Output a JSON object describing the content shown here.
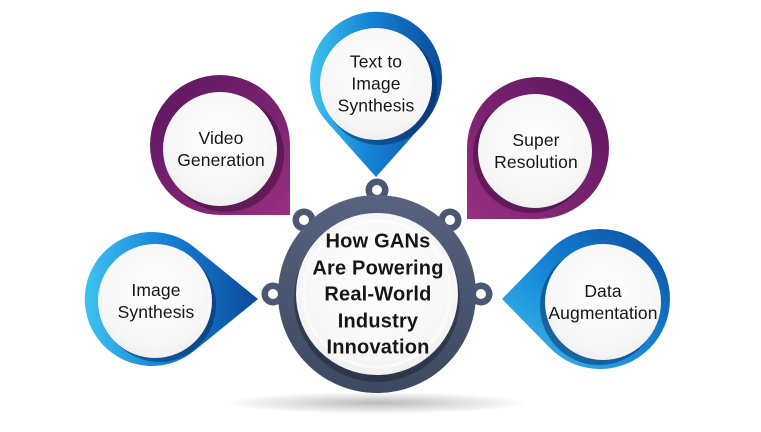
{
  "infographic": {
    "center": {
      "label": "How GANs\nAre Powering\nReal-World\nIndustry\nInnovation"
    },
    "nodes": [
      {
        "id": "text-to-image-synthesis",
        "label": "Text to\nImage\nSynthesis",
        "theme": "blue",
        "position": "top"
      },
      {
        "id": "video-generation",
        "label": "Video\nGeneration",
        "theme": "purple",
        "position": "upper-left"
      },
      {
        "id": "super-resolution",
        "label": "Super\nResolution",
        "theme": "purple",
        "position": "upper-right"
      },
      {
        "id": "image-synthesis",
        "label": "Image\nSynthesis",
        "theme": "blue",
        "position": "left"
      },
      {
        "id": "data-augmentation",
        "label": "Data\nAugmentation",
        "theme": "blue",
        "position": "right"
      }
    ],
    "colors": {
      "blue_light": "#3fc2f0",
      "blue_mid": "#1583d6",
      "blue_dark": "#0c4a9b",
      "purple_light": "#99307f",
      "purple_mid": "#7c2373",
      "purple_dark": "#5a175c",
      "slate_ring": "#4c5873",
      "text": "#161616",
      "background": "#ffffff"
    }
  }
}
